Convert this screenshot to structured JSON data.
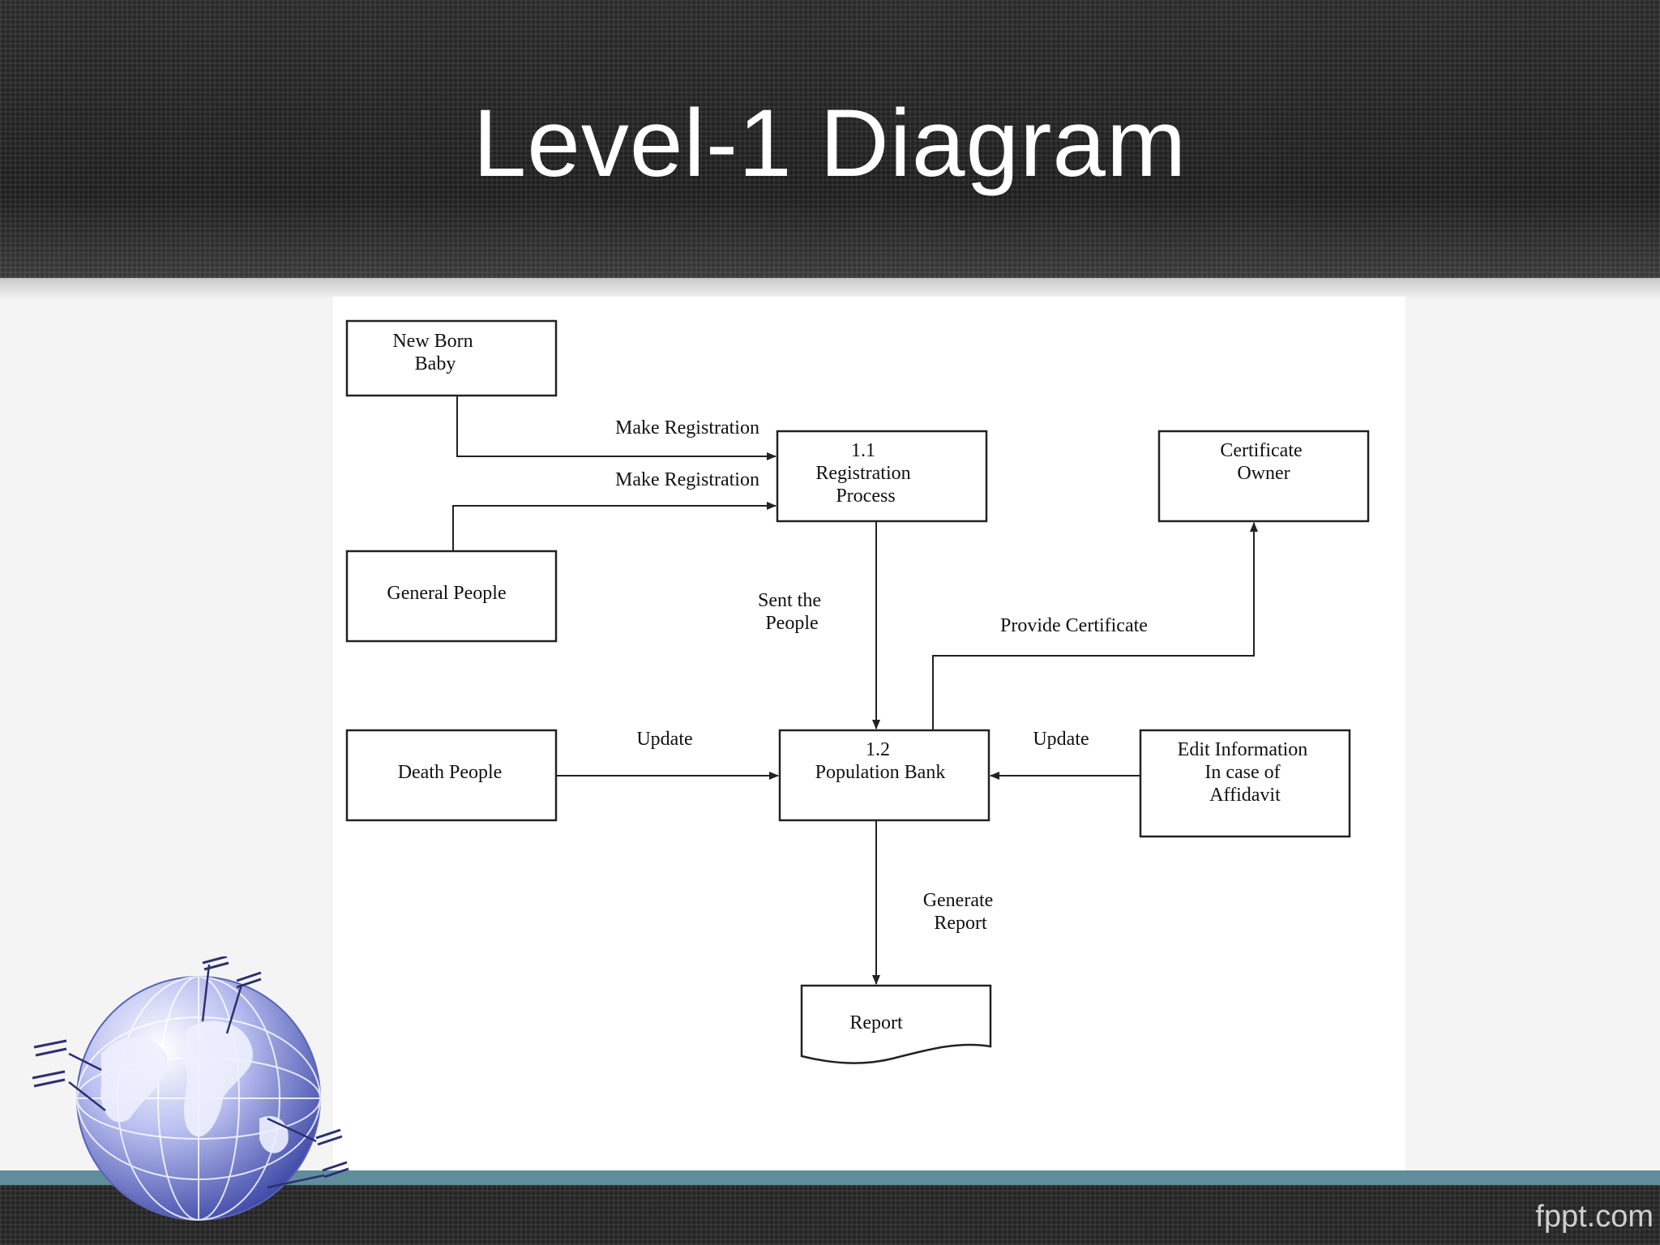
{
  "slide": {
    "title": "Level-1 Diagram",
    "brand": "fppt.com"
  },
  "diagram": {
    "nodes": {
      "new_born_baby": [
        "New Born",
        "Baby"
      ],
      "general_people": [
        "General People"
      ],
      "registration_process": [
        "1.1",
        "Registration",
        "Process"
      ],
      "certificate_owner": [
        "Certificate",
        "Owner"
      ],
      "death_people": [
        "Death People"
      ],
      "population_bank": [
        "1.2",
        "Population Bank"
      ],
      "edit_information": [
        "Edit Information",
        "In case of",
        "Affidavit"
      ],
      "report": [
        "Report"
      ]
    },
    "flows": {
      "make_registration_1": [
        "Make Registration"
      ],
      "make_registration_2": [
        "Make Registration"
      ],
      "sent_the_people": [
        "Sent the",
        "People"
      ],
      "provide_certificate": [
        "Provide Certificate"
      ],
      "update_left": [
        "Update"
      ],
      "update_right": [
        "Update"
      ],
      "generate_report": [
        "Generate",
        "Report"
      ]
    }
  }
}
